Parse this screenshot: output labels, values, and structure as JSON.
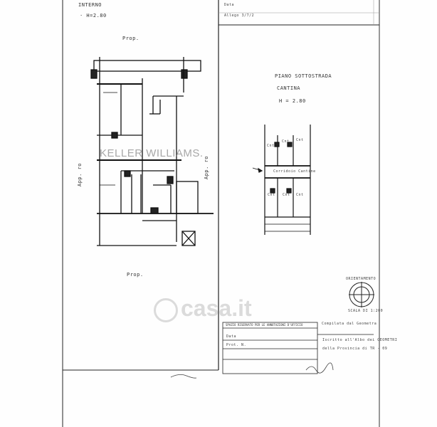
{
  "left_panel": {
    "interno_label": "INTERNO",
    "height_label": "· H=2.80",
    "prop_top": "Prop.",
    "prop_bottom": "Prop.",
    "left_side_label": "App. ro",
    "right_side_label": "App. ro"
  },
  "right_header": {
    "data_label": "Data",
    "allegato_label": "Allego 3/7/2"
  },
  "plan": {
    "title_line1": "PIANO SOTTOSTRADA",
    "title_line2": "CANTINA",
    "height": "H = 2.80",
    "room_labels": [
      "Cnt",
      "Cnt",
      "Cnt",
      "Corridoio Cantine",
      "Cnt",
      "Cnt",
      "Cnt"
    ]
  },
  "compass": {
    "title": "ORIENTAMENTO",
    "scale": "SCALA DI 1:200"
  },
  "office_box": {
    "header": "SPAZIO RISERVATO PER LE ANNOTAZIONI D'UFFICIO",
    "row1": "Data",
    "row2": "Prot. N."
  },
  "signature_block": {
    "compilata": "Compilata dal Geometra",
    "iscritto": "Iscritto all'Albo dei GEOMETRI",
    "provincia": "della Provincia di  TR - 09"
  },
  "watermarks": {
    "keller": "KELLER WILLIAMS.",
    "casa": "casa.it"
  }
}
